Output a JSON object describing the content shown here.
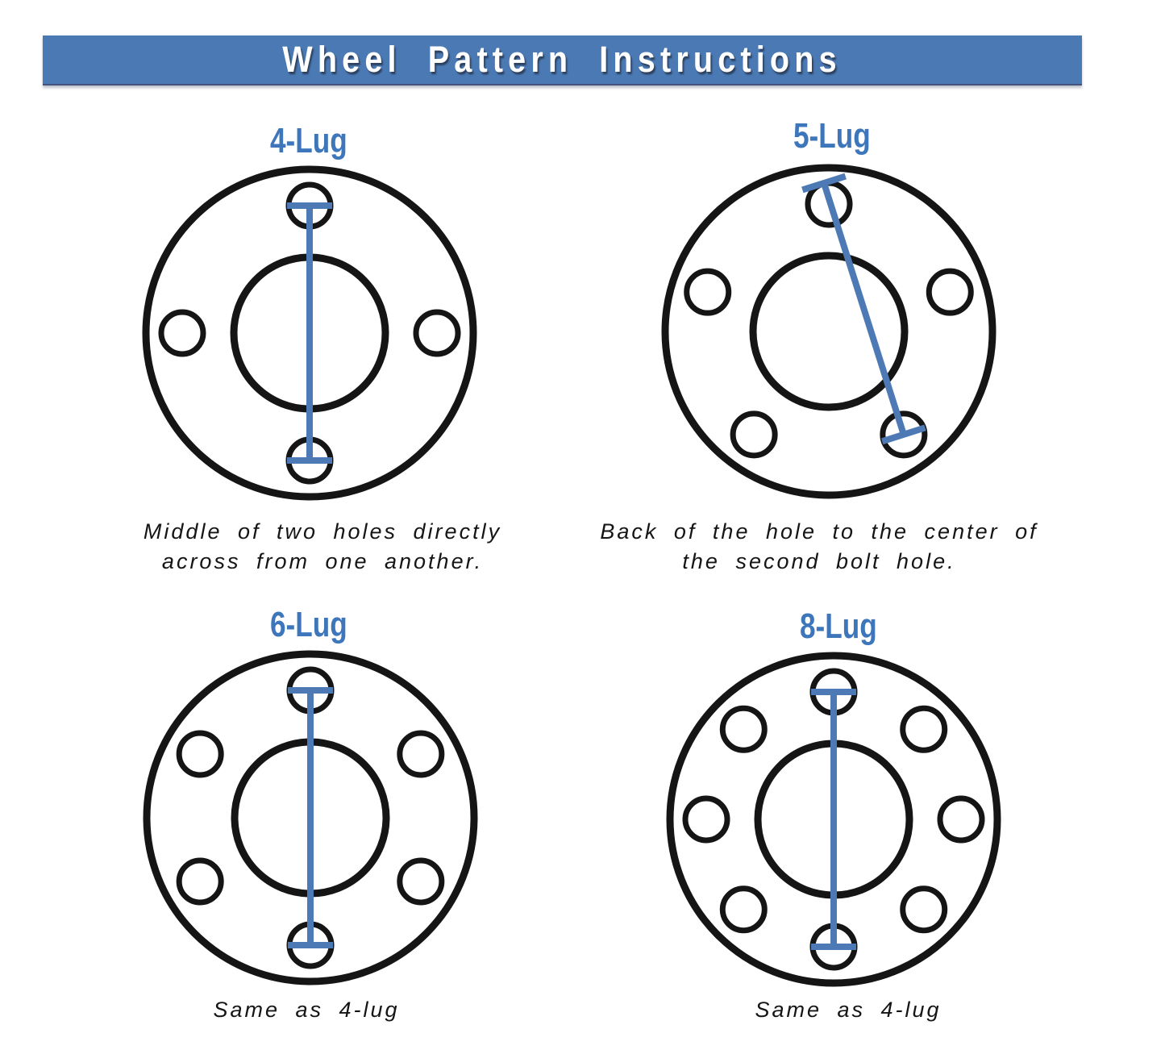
{
  "title": "Wheel Pattern Instructions",
  "colors": {
    "banner_background": "#4a79b4",
    "banner_edge": "#44537c",
    "label_blue": "#3d76bb",
    "measurement_line_blue": "#4d7ab5",
    "diagram_ink": "#151515"
  },
  "panels": [
    {
      "id": "4-lug",
      "label": "4-Lug",
      "lug_count": 4,
      "measurement": "middle-to-middle",
      "caption": [
        "Middle of two holes directly",
        "across from one another."
      ]
    },
    {
      "id": "5-lug",
      "label": "5-Lug",
      "lug_count": 5,
      "measurement": "back-to-center",
      "caption": [
        "Back of the hole to the center of",
        "the second bolt hole."
      ]
    },
    {
      "id": "6-lug",
      "label": "6-Lug",
      "lug_count": 6,
      "measurement": "middle-to-middle",
      "caption": [
        "Same as 4-lug"
      ]
    },
    {
      "id": "8-lug",
      "label": "8-Lug",
      "lug_count": 8,
      "measurement": "middle-to-middle",
      "caption": [
        "Same as 4-lug"
      ]
    }
  ]
}
